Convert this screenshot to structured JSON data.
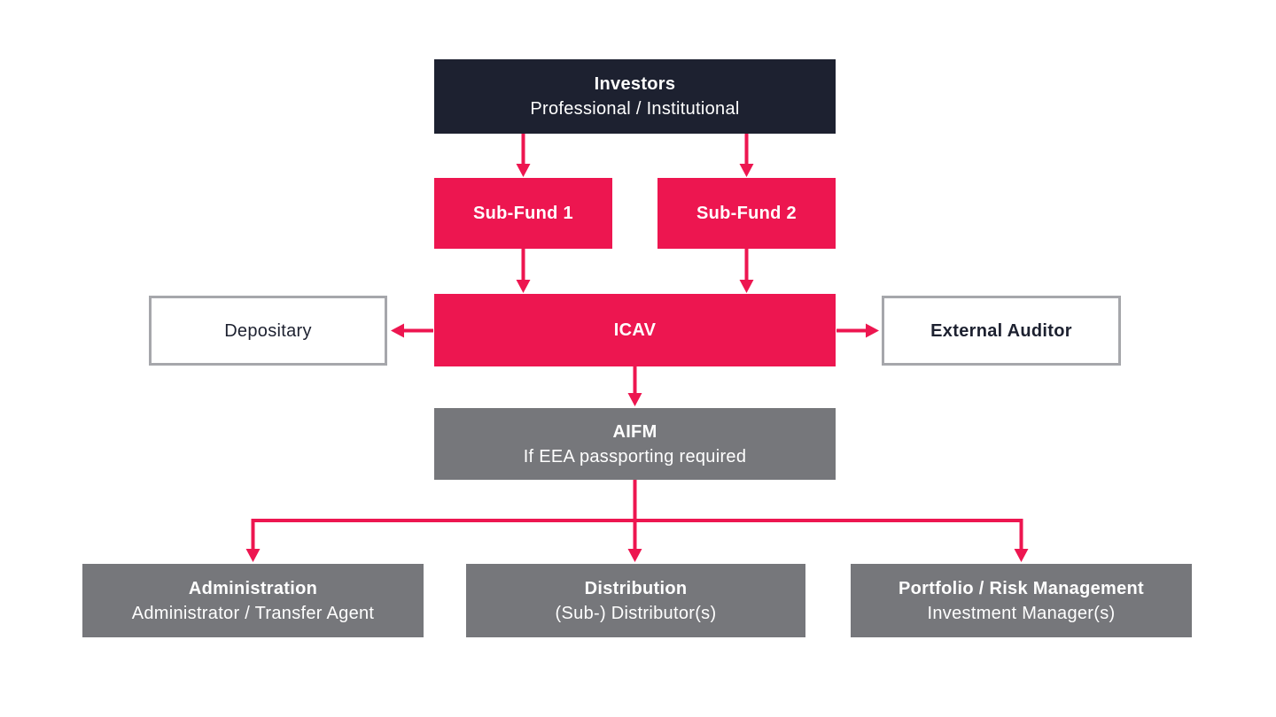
{
  "diagram": {
    "description": "ICAV investment fund structure chart",
    "boxes": {
      "investors": {
        "title": "Investors",
        "subtitle": "Professional / Institutional"
      },
      "sub_fund_1": {
        "title": "Sub-Fund 1"
      },
      "sub_fund_2": {
        "title": "Sub-Fund 2"
      },
      "depositary": {
        "title": "Depositary"
      },
      "icav": {
        "title": "ICAV"
      },
      "external_auditor": {
        "title": "External Auditor"
      },
      "aifm": {
        "title": "AIFM",
        "subtitle": "If EEA passporting required"
      },
      "administration": {
        "title": "Administration",
        "subtitle": "Administrator / Transfer Agent"
      },
      "distribution": {
        "title": "Distribution",
        "subtitle": "(Sub-) Distributor(s)"
      },
      "portfolio_risk_management": {
        "title": "Portfolio / Risk Management",
        "subtitle": "Investment Manager(s)"
      }
    },
    "colors": {
      "navy": "#1D2130",
      "crimson": "#ED1650",
      "gray": "#76777B",
      "border_gray": "#A6A7AB",
      "white": "#FFFFFF"
    }
  }
}
